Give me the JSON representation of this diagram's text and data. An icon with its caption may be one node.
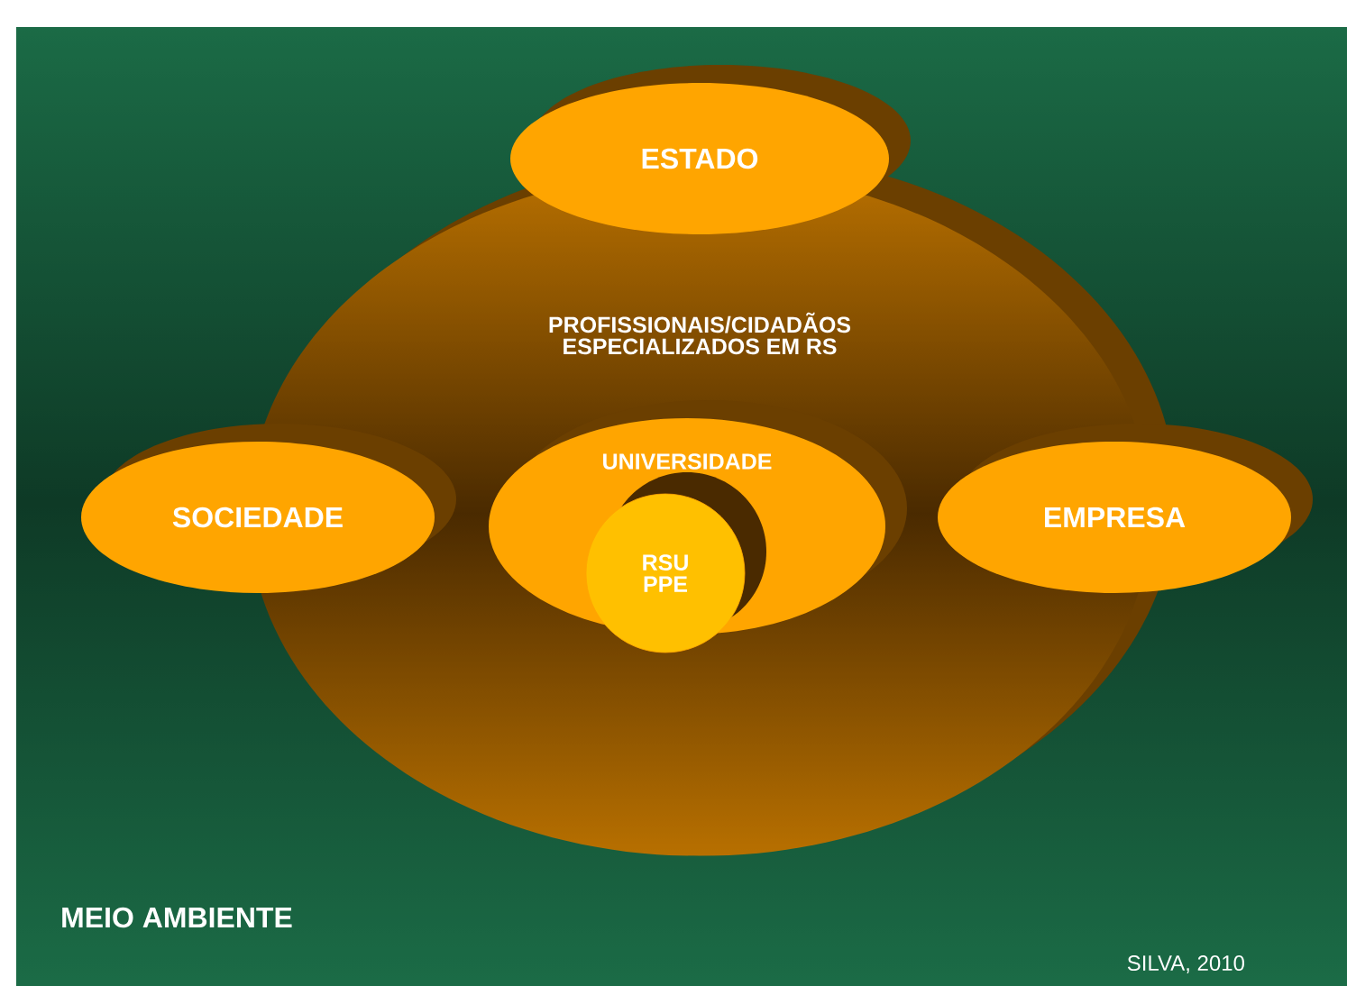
{
  "diagram": {
    "nodes": [
      {
        "text": [
          "ESTADO"
        ]
      },
      {
        "text": [
          "PROFISSIONAIS/CIDADÃOS ESPECIALIZADOS EM RS"
        ]
      },
      {
        "text": [
          "SOCIEDADE"
        ]
      },
      {
        "text": [
          "UNIVERSIDADE"
        ],
        "in": 1
      },
      {
        "text": [
          "RSU PPE"
        ],
        "in": 3
      },
      {
        "text": [
          "EMPRESA"
        ]
      }
    ],
    "labels": [
      "MEIO AMBIENTE",
      "SILVA, 2010"
    ]
  }
}
